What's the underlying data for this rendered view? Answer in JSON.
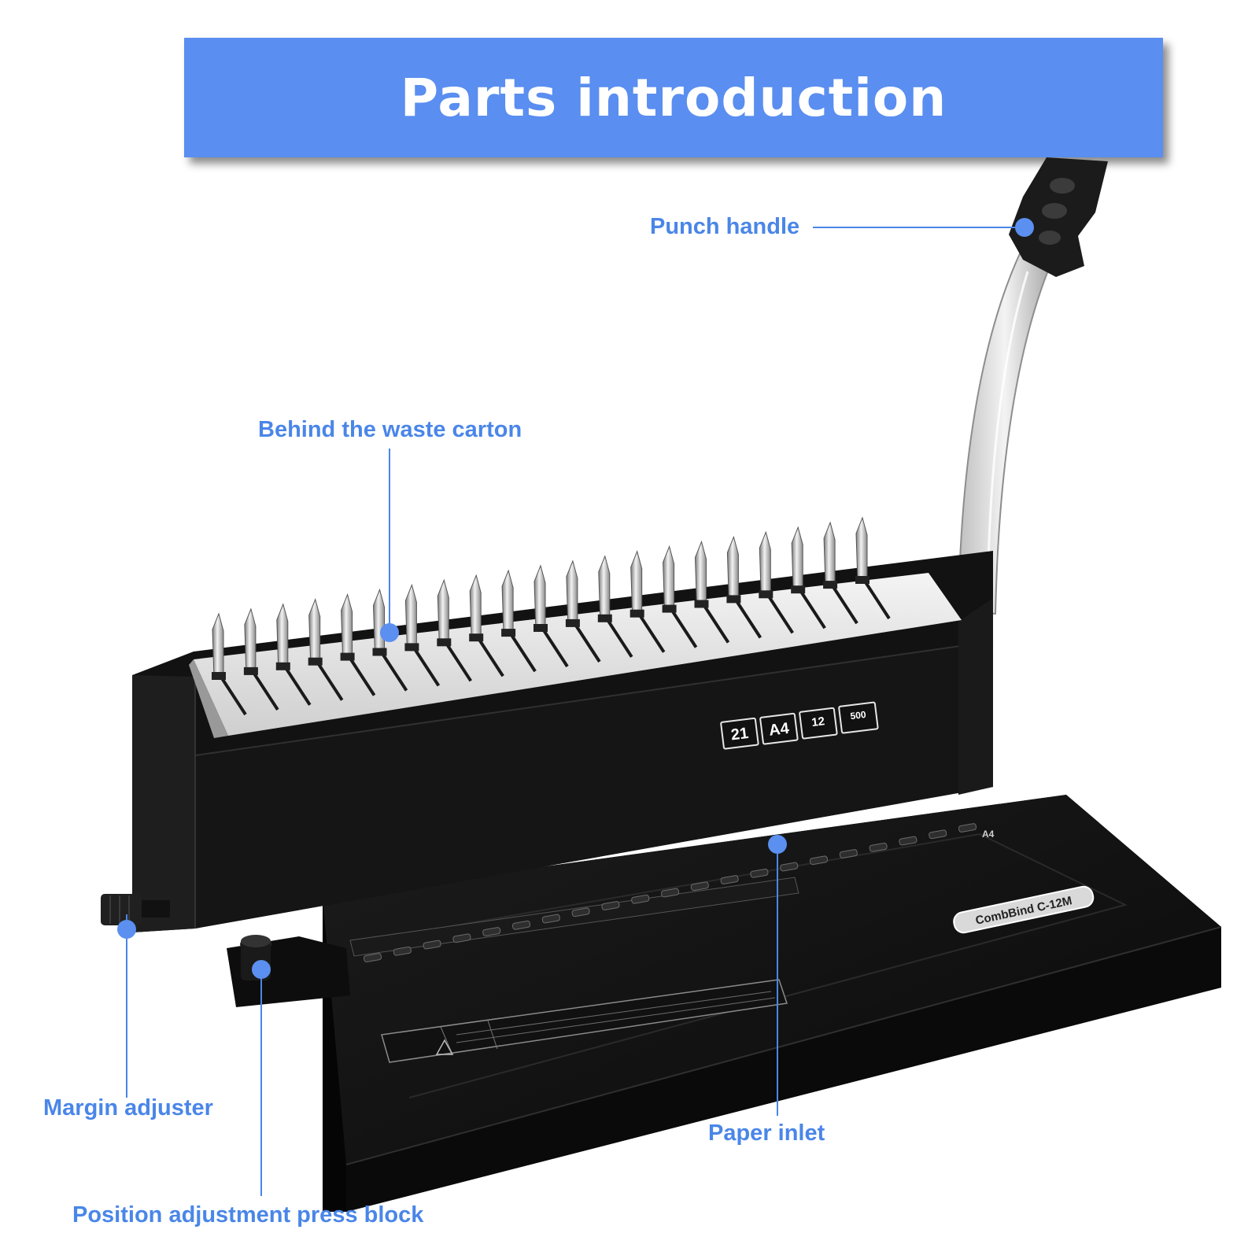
{
  "title": "Parts introduction",
  "callouts": {
    "punch_handle": "Punch handle",
    "waste_carton": "Behind the waste carton",
    "margin_adjuster": "Margin adjuster",
    "paper_inlet": "Paper inlet",
    "position_block": "Position adjustment press block"
  },
  "device": {
    "badges": [
      "21",
      "A4",
      "12",
      "500"
    ],
    "model_plate": "CombBind C-12M",
    "guide_mark": "A4"
  },
  "colors": {
    "banner": "#5a8ef0",
    "callout_text": "#4a86e8",
    "callout_line": "#4a86e8",
    "dot": "#5b8ff0",
    "device_body": "#161616"
  }
}
